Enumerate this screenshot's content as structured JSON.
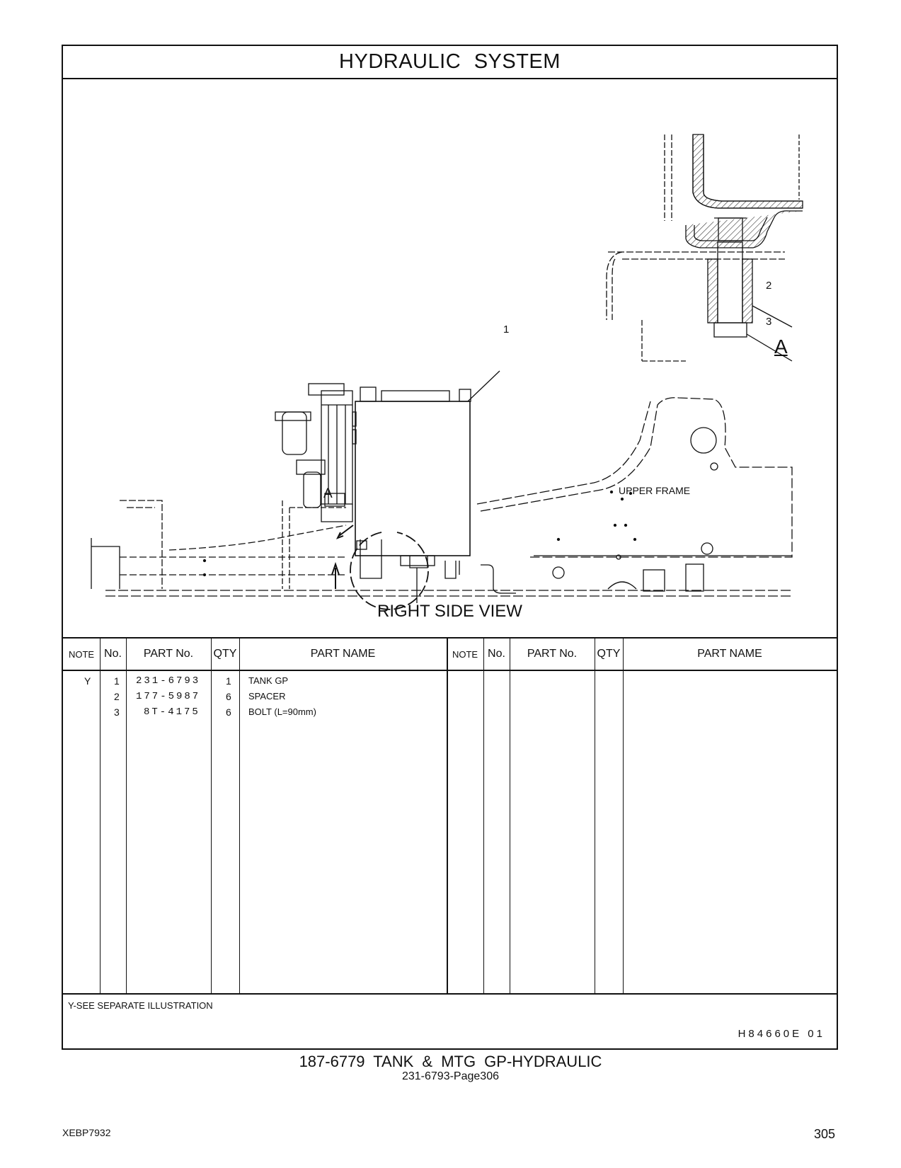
{
  "header": {
    "title": "HYDRAULIC SYSTEM"
  },
  "illustration": {
    "view_caption": "RIGHT SIDE VIEW",
    "detail_label": "A",
    "arrow_label": "A",
    "upper_frame_label": "UPPER FRAME",
    "callouts": [
      "1",
      "2",
      "3"
    ]
  },
  "table": {
    "columns": [
      "NOTE",
      "No.",
      "PART No.",
      "QTY",
      "PART NAME"
    ],
    "rows": [
      {
        "note": "Y",
        "no": "1",
        "part_no": "231-6793",
        "qty": "1",
        "name": "TANK GP"
      },
      {
        "note": "",
        "no": "2",
        "part_no": "177-5987",
        "qty": "6",
        "name": "SPACER"
      },
      {
        "note": "",
        "no": "3",
        "part_no": "8T-4175",
        "qty": "6",
        "name": "BOLT (L=90mm)"
      }
    ]
  },
  "footer": {
    "note": "Y-SEE SEPARATE ILLUSTRATION",
    "code": "H84660E 01",
    "doc_title": "187-6779 TANK & MTG GP-HYDRAULIC",
    "doc_subtitle": "231-6793-Page306",
    "pub_code": "XEBP7932",
    "page_number": "305"
  }
}
